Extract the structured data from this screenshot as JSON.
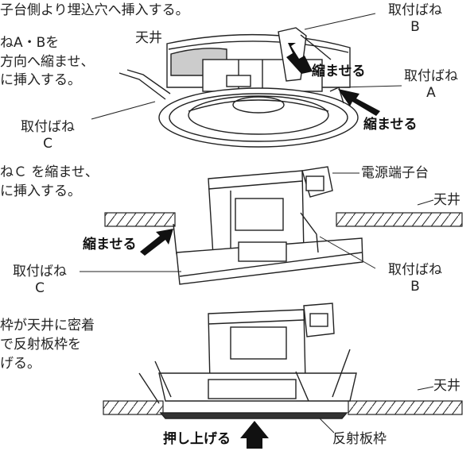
{
  "step1": {
    "instruction_lines": [
      "子台側より埋込穴へ挿入する。",
      "ねA・Bを",
      "方向へ縮ませ、",
      "に挿入する。"
    ],
    "ceiling": "天井",
    "spring_b": [
      "取付ばね",
      "B"
    ],
    "spring_a": [
      "取付ばね",
      "A"
    ],
    "spring_c": [
      "取付ばね",
      "C"
    ],
    "compress_1": "縮ませる",
    "compress_2": "縮ませる"
  },
  "step2": {
    "instruction_lines": [
      "ねＣ を縮ませ、",
      "に挿入する。"
    ],
    "terminal_block": "電源端子台",
    "ceiling": "天井",
    "compress": "縮ませる",
    "spring_c": [
      "取付ばね",
      "C"
    ],
    "spring_b": [
      "取付ばね",
      "B"
    ]
  },
  "step3": {
    "instruction_lines": [
      "枠が天井に密着",
      "で反射板枠を",
      "げる。"
    ],
    "ceiling": "天井",
    "push_up": "押し上げる",
    "reflector_frame": "反射板枠"
  }
}
